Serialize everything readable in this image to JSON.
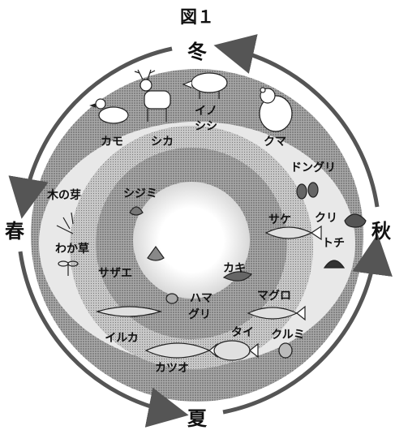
{
  "figure_title": "図１",
  "seasons": {
    "winter": "冬",
    "spring": "春",
    "summer": "夏",
    "autumn": "秋"
  },
  "items": {
    "kamo": "カモ",
    "shika": "シカ",
    "inoshishi_1": "イノ",
    "inoshishi_2": "シシ",
    "kuma": "クマ",
    "donguri": "ドングリ",
    "kinome": "木の芽",
    "shijimi": "シジミ",
    "sake": "サケ",
    "kuri": "クリ",
    "tochi": "トチ",
    "wakakusa": "わか草",
    "kaki": "カキ",
    "sazae": "サザエ",
    "hamaguri_1": "ハマ",
    "hamaguri_2": "グリ",
    "maguro": "マグロ",
    "iruka": "イルカ",
    "tai": "タイ",
    "kurumi": "クルミ",
    "katsuo": "カツオ"
  },
  "colors": {
    "ink": "#111111",
    "outer_band": "#9a9a9a",
    "light_band": "#e6e6e6",
    "mid_band": "#b8b8b8",
    "inner_band": "#8f8f8f"
  }
}
